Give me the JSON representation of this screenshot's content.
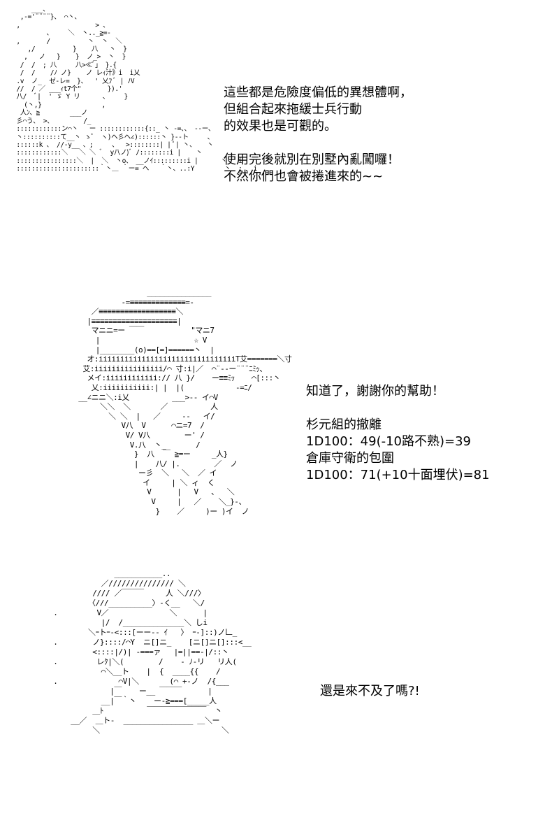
{
  "panels": [
    {
      "art": "     ___、\n  ,-='¨¨¨¨}、 ⌒丶、\n ,                    > 、\n         、    ＼  丶.._≧=-\n ,       /          丶  丶  ＼\n    ,/          }    八   丶  }\n   ,   ノ   }    }  ノ_>  丶  }\n  /  /  ; 八     八>≪ﾞ」 }.{\n  /  /    /ﾉ ノ}    ノ レｨ汁》i  i乂\n .v  ノ_  ゼ-レ=  }、  ' 乂ﾌ ﾞ | ﾉV\n //  / ／ ___ｨt7个\"       }).'\n 八/  ﾞ|  ' ゞ Y リ      、    }\n   (丶,}                ,\n  人ﾝ、≧        ___ノ\n 彡⌒う、 >、        /_\n ::::::::::::ン⌒丶   ー ::::::::::::{::_ 丶 -=、、 --ー、\n 丶::::::::::て__丶 ゝ゛ ヽ)ヘ彡ヘ∠)::::::丶 }--ト     、\n ::::::k 、 //-y__ 、;     、  >::::::::| | ﾟ| 丶、   丶\n ::::::::::::＼   ＼ ＼ ﾞ  y八ノ)ﾞ /::::::::i |    丶\n ::::::::::::::::＼  |  ＼  丶o、 __ノｲ:::::::::i |      丶   i\n ::::::::::::::::::::::｀丶＿ ｀ー= ヘ   ｀丶、..:Y        丶  ;   i",
      "dialogue": [
        "這些都是危險度偏低的異想體啊，",
        "但組合起來拖緩士兵行動",
        "的效果也是可觀的。",
        "",
        "使用完後就別在別墅內亂闖囉！",
        "不然你們也會被捲進來的~~"
      ]
    },
    {
      "art": "                  _______________\n            -=≡≡≡≡≡≡≡≡≡≡≡≡≡=-\n     ／≡≡≡≡≡≡≡≡≡≡≡≡≡≡≡≡≡≡＼\n    |≡≡≡≡≡≡≡≡≡≡≡≡≡≡≡≡≡≡≡≡|\n     マニニ=ー ￣￣           \"マニ7\n      |                      ☆ V\n      |________(o)==[=]======丶  |\n    オ:iiiiiiiiiiiiiiiiiiiiiiiiiiiiiiiiT艾=======＼寸\n   艾:iiiiiiiiiiiiiiii/⌒ 寸:i|／  ⌒¨--ー¨¨¨ﾆﾐｯ、\n    メイ:iiiiiiiiiiii:// 八 }/    ー≡≡ﾐｯ    ⌒[:::丶\n     乂:iiiiiiiiiii:| |  |(            -=ﾆ/\n  __∠ニニ＼:i乂          ___>-- イ⌒V\n       ＼＼  ＼       ／          人\n         ＼ ＼  |   ／     --   イ/\n            V八  V      ⌒ニ=7  /\n             V/ V八        ー' /\n              V.八  丶_       /\n               }  八  ￣ ≧=ー     _人}\n               |    八/ |.        ／  ノ\n                ー彡  ＼   ＼  ／ イ\n                 イ     | ＼ ィ  く\n                  V      |   V   、  ＼\n                   V     |   ／    ＼_}-、\n                    }    ／     )ー )イ  ノ",
      "dialogue": [
        "知道了，謝謝你的幫助！",
        "",
        "杉元組的撤離",
        "1D100：49(-10路不熟)=39",
        "倉庫守衛的包圍",
        "1D100：71(+10十面埋伏)=81"
      ]
    },
    {
      "art": "               ___________..\n            ／/////////////// ＼\n          //// ／￣￣￣     人 ＼///〉\n         〈///__________〉-く__   ＼/\n .         V／              ＼      |\n            |/  /______________＼ しi\n         ＼ｰトｰ-<:::[ーー-- ｲ   〉 ｰ-]::)ノ𠃊_\n .        ノ}::::/⌒Y  ニ[]ニ_    [ニ[]ニ[]:::<__\n          <::::|/)| -===ァ   |=||==-|/::丶\n .         レｸ|＼(        /    - ﾉ-リ   リ人(\n            ⌒＼__ト    |  {  ____{{    /\n .              ⌒V|＼       (⌒ +-ノ  /{___\n              |￣    ー__ ￣￣￣      |\n            __|￣｀丶    ー-≧===[_____人\n          ＿ﾄ          ￣￣￣￣￣￣￣￣  丶\n     __／  ＿ト-  ________________ ＿＼ー\n          ＼                            ＼",
      "dialogue": [
        "還是來不及了嗎?!"
      ]
    }
  ]
}
